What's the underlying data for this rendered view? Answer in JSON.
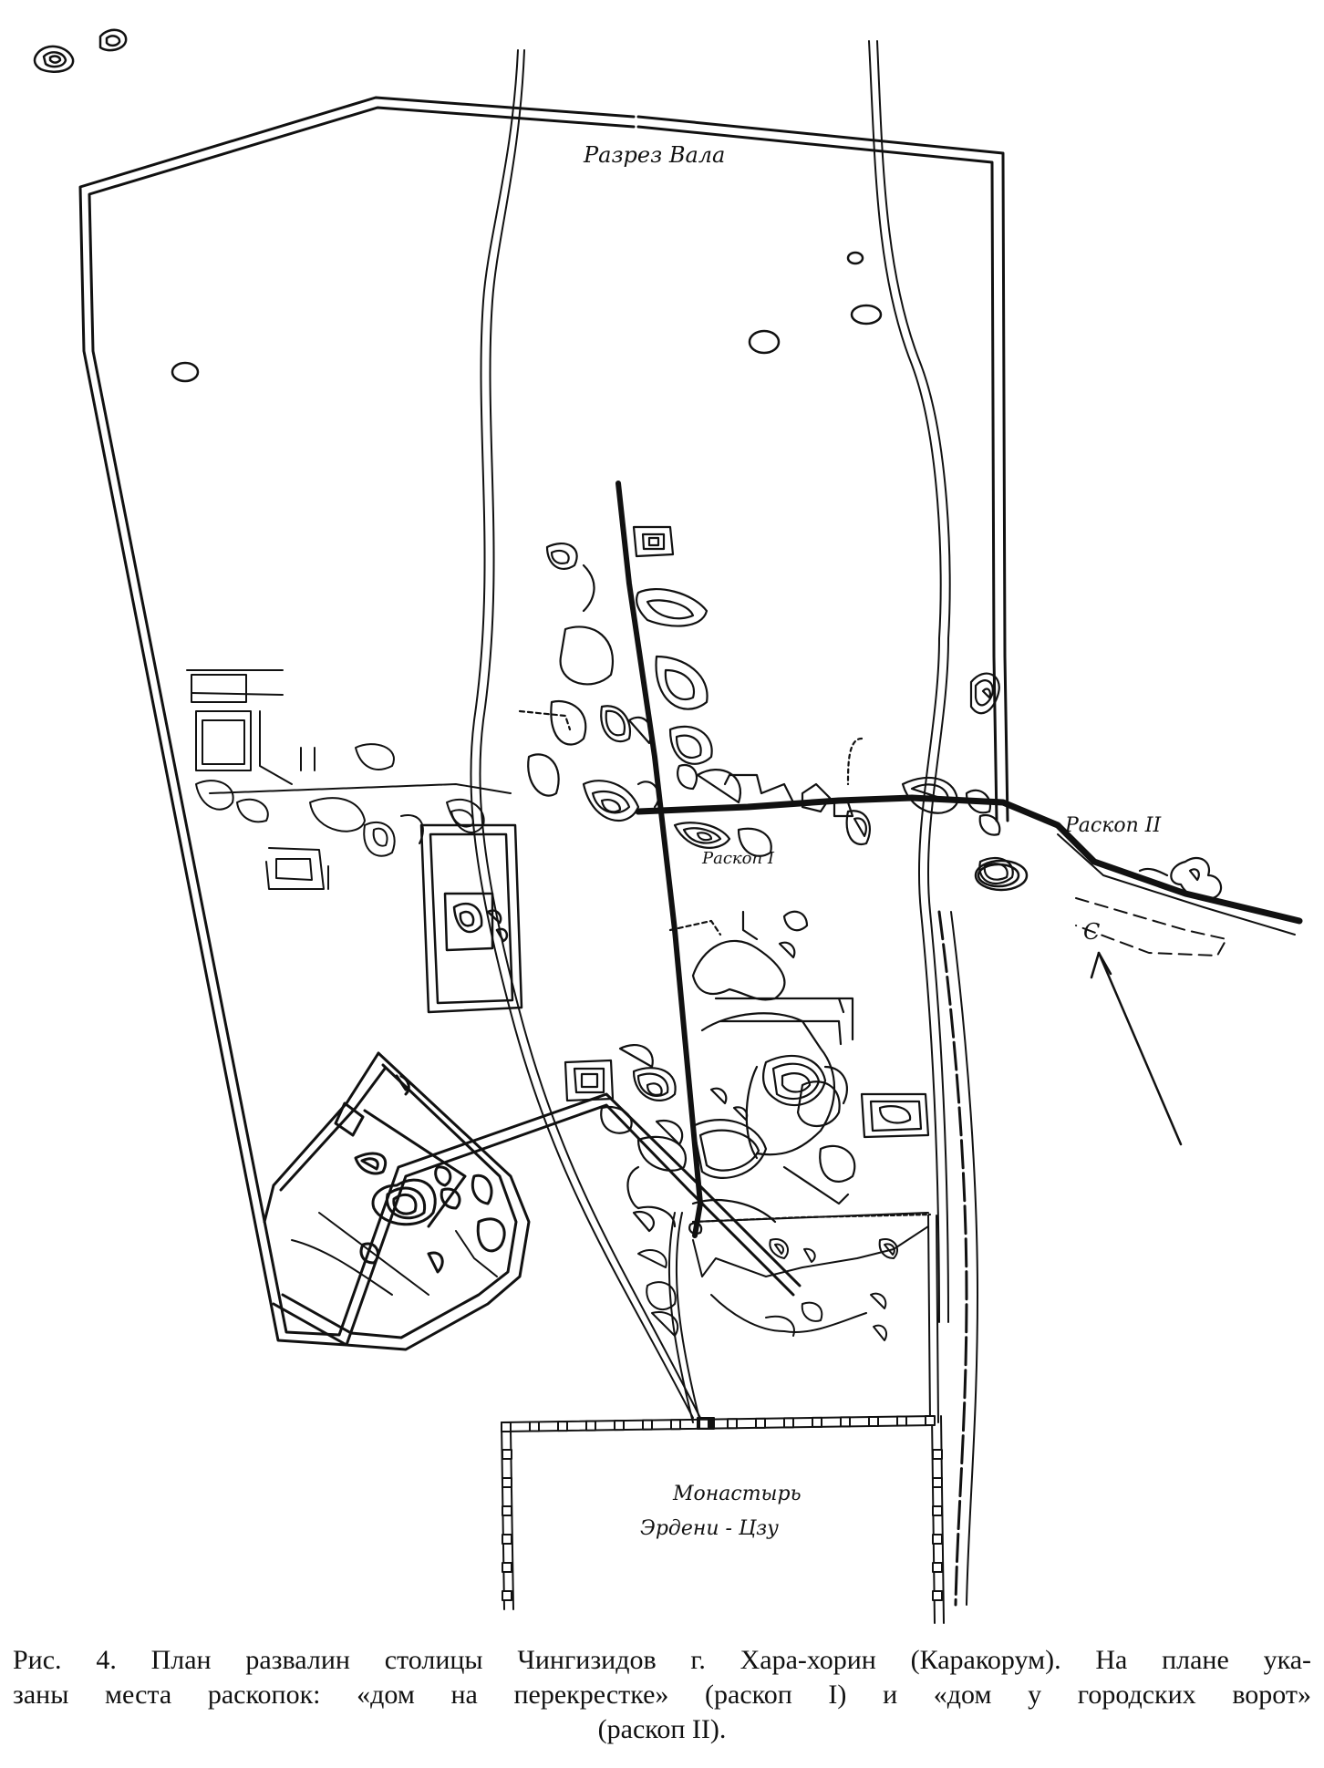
{
  "labels": {
    "wall_cut": "Разрез Вала",
    "excavation_1": "Раскоп I",
    "excavation_2": "Раскоп II",
    "north": "С",
    "monastery_line1": "Монастырь",
    "monastery_line2": "Эрдени - Цзу"
  },
  "caption": {
    "line1": "Рис. 4. План развалин столицы Чингизидов г. Хара-хорин (Каракорум). На плане ука-",
    "line2": "заны места раскопок:  «дом на перекрестке»  (раскоп I) и «дом у городских ворот»",
    "line3": "(раскоп II)."
  }
}
